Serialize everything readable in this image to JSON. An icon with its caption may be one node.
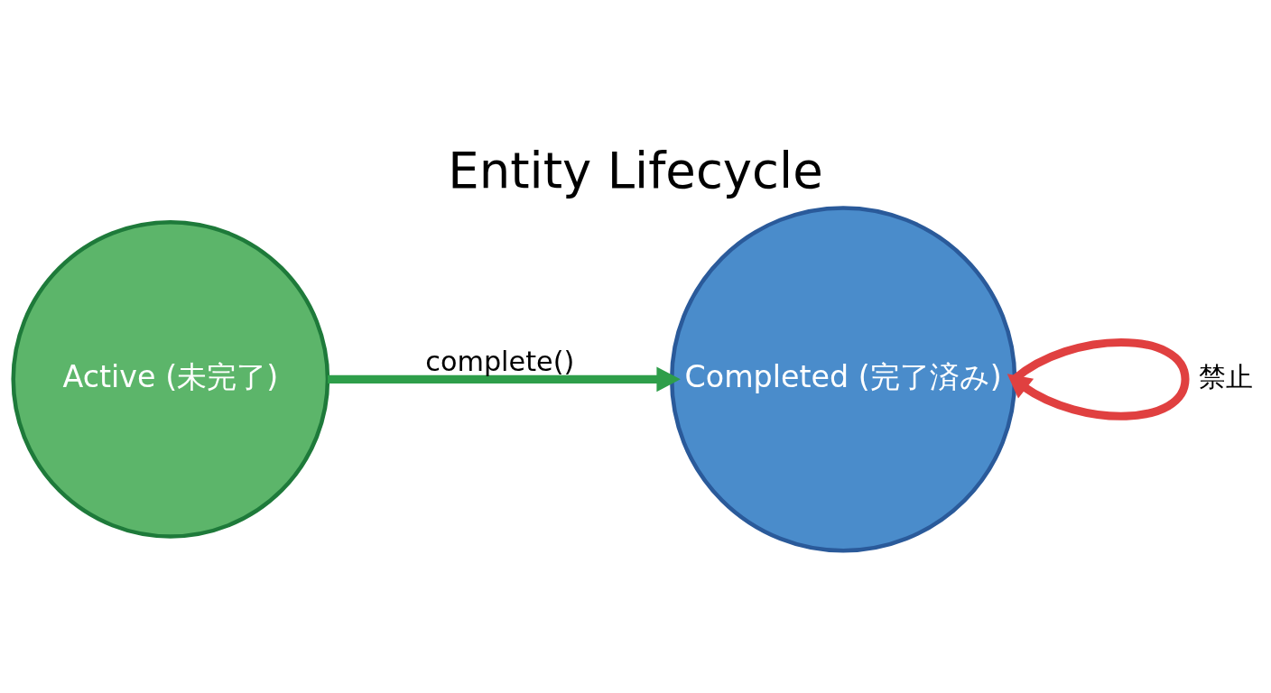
{
  "diagram": {
    "title": "Entity Lifecycle",
    "nodes": [
      {
        "text": [
          "Active (未完了)"
        ]
      },
      {
        "text": [
          "Completed (完了済み)"
        ]
      }
    ],
    "edges": [
      {
        "from": 0,
        "to": 1,
        "arrow": "to",
        "label": "complete()",
        "color": "#2e9e4a"
      },
      {
        "from": 1,
        "to": 1,
        "arrow": "to",
        "label": "禁止",
        "color": "#e04040"
      }
    ]
  }
}
